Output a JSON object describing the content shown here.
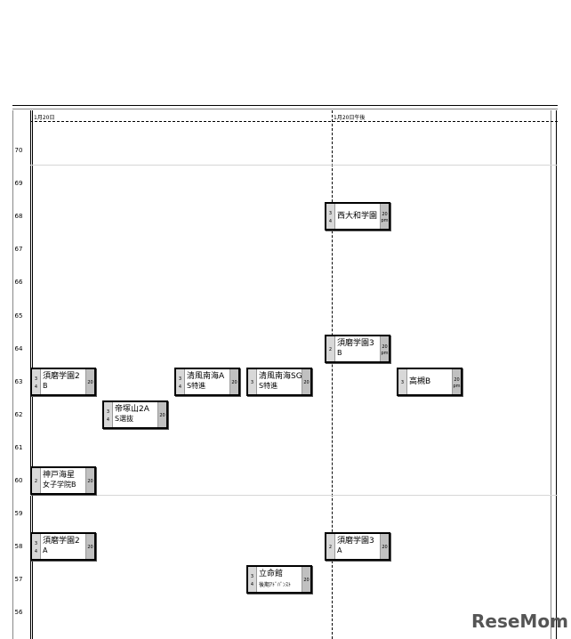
{
  "headers": {
    "col1": "1月20日",
    "col2": "1月20日午後"
  },
  "ticks": [
    "70",
    "69",
    "68",
    "67",
    "66",
    "65",
    "64",
    "63",
    "62",
    "61",
    "60",
    "59",
    "58",
    "57",
    "56"
  ],
  "boxes": [
    {
      "id": "kobe-kaisei",
      "name": "神戸海星",
      "sub": "女子学院B",
      "left": [
        "2"
      ],
      "right": "20",
      "col": 34,
      "tick": 60
    },
    {
      "id": "suma-2b",
      "name": "須磨学園2",
      "sub": "B",
      "left": [
        "3",
        "4"
      ],
      "right": "20",
      "col": 34,
      "tick": 63
    },
    {
      "id": "suma-2a",
      "name": "須磨学園2",
      "sub": "A",
      "left": [
        "3",
        "4"
      ],
      "right": "20",
      "col": 34,
      "tick": 58
    },
    {
      "id": "tezukayama",
      "name": "帝塚山2A",
      "sub": "S選抜",
      "left": [
        "3",
        "4"
      ],
      "right": "20",
      "col": 115,
      "tick": 62
    },
    {
      "id": "seifu-a",
      "name": "清風南海A",
      "sub": "S特進",
      "left": [
        "3",
        "4"
      ],
      "right": "20",
      "col": 196,
      "tick": 63
    },
    {
      "id": "seifu-sg",
      "name": "清風南海SG",
      "sub": "S特進",
      "left": [
        "3"
      ],
      "right": "20",
      "col": 277,
      "tick": 63
    },
    {
      "id": "ritsumeikan",
      "name": "立命館",
      "sub": "後期ｱﾄﾞﾊﾞﾝｽﾄ",
      "left": [
        "3",
        "4"
      ],
      "right": "20",
      "col": 277,
      "tick": 57,
      "smallsub": true
    },
    {
      "id": "nishiyamato",
      "name": "西大和学園",
      "sub": "",
      "left": [
        "3",
        "4"
      ],
      "right": "20",
      "rightpm": "pm",
      "col": 365,
      "tick": 68
    },
    {
      "id": "suma-3b",
      "name": "須磨学園3",
      "sub": "B",
      "left": [
        "2"
      ],
      "right": "20",
      "rightpm": "pm",
      "col": 365,
      "tick": 64
    },
    {
      "id": "suma-3a",
      "name": "須磨学園3",
      "sub": "A",
      "left": [
        "2"
      ],
      "right": "20",
      "col": 365,
      "tick": 58
    },
    {
      "id": "takatsuki",
      "name": "高槻B",
      "sub": "",
      "left": [
        "3"
      ],
      "right": "20",
      "rightpm": "pm",
      "col": 446,
      "tick": 63
    }
  ],
  "logo": "ReseMom"
}
